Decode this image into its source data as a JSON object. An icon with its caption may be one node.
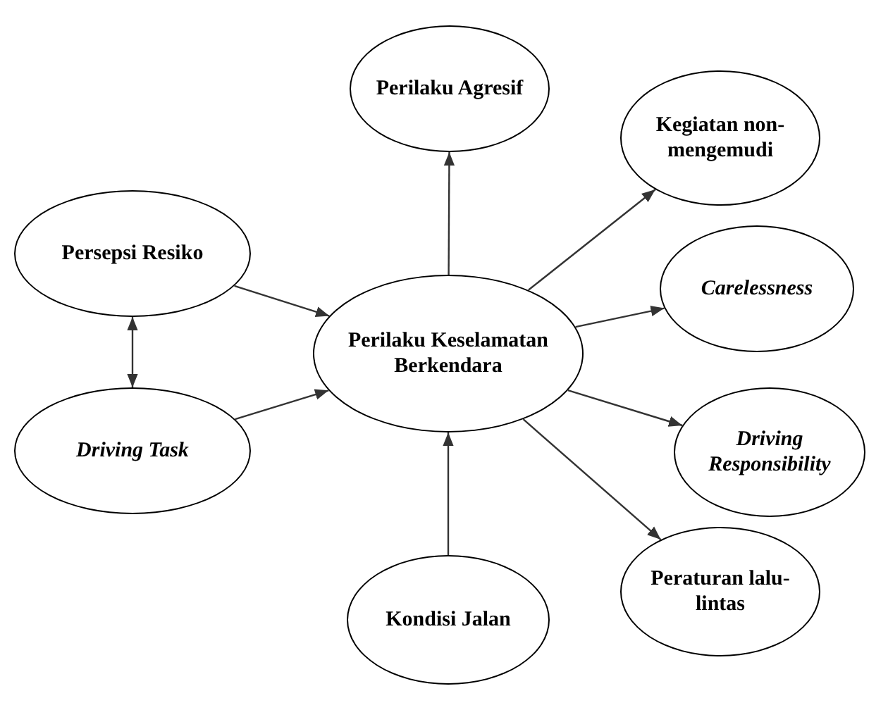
{
  "diagram": {
    "nodes": [
      {
        "text": [
          "Perilaku Agresif"
        ]
      },
      {
        "text": [
          "Kegiatan non-mengemudi"
        ]
      },
      {
        "text": [
          "Persepsi Resiko"
        ]
      },
      {
        "text": [
          "Perilaku Keselamatan Berkendara"
        ]
      },
      {
        "text": [
          "Carelessness"
        ]
      },
      {
        "text": [
          "Driving Task"
        ]
      },
      {
        "text": [
          "Driving Responsibility"
        ]
      },
      {
        "text": [
          "Peraturan lalu-lintas"
        ]
      },
      {
        "text": [
          "Kondisi Jalan"
        ]
      }
    ],
    "edges": [
      {
        "from": 3,
        "to": 0,
        "arrow": "to"
      },
      {
        "from": 3,
        "to": 1,
        "arrow": "to"
      },
      {
        "from": 2,
        "to": 3,
        "arrow": "to"
      },
      {
        "from": 2,
        "to": 5,
        "arrow": "both"
      },
      {
        "from": 3,
        "to": 4,
        "arrow": "to"
      },
      {
        "from": 5,
        "to": 3,
        "arrow": "to"
      },
      {
        "from": 3,
        "to": 6,
        "arrow": "to"
      },
      {
        "from": 3,
        "to": 7,
        "arrow": "to"
      },
      {
        "from": 8,
        "to": 3,
        "arrow": "to"
      }
    ]
  }
}
